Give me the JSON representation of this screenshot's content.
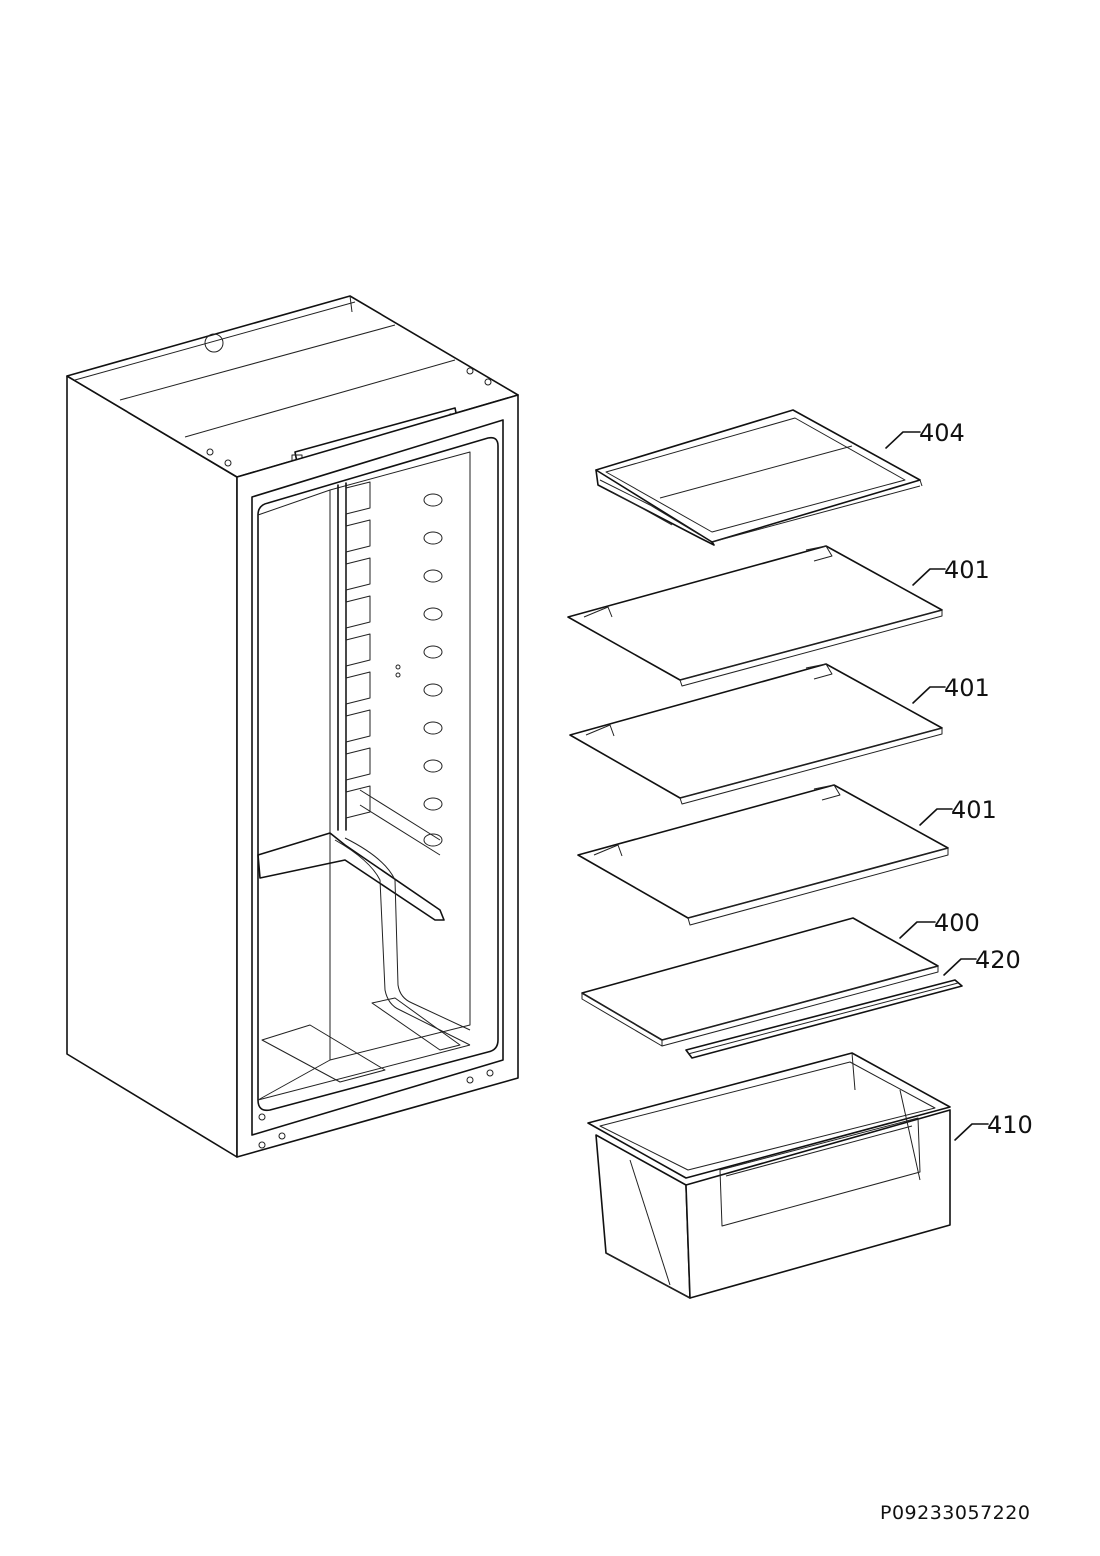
{
  "parts": [
    {
      "id": "shelf-404",
      "label": "404"
    },
    {
      "id": "shelf-401-a",
      "label": "401"
    },
    {
      "id": "shelf-401-b",
      "label": "401"
    },
    {
      "id": "shelf-401-c",
      "label": "401"
    },
    {
      "id": "shelf-400",
      "label": "400"
    },
    {
      "id": "strip-420",
      "label": "420"
    },
    {
      "id": "crisper-410",
      "label": "410"
    }
  ],
  "drawing_number": "P09233057220"
}
